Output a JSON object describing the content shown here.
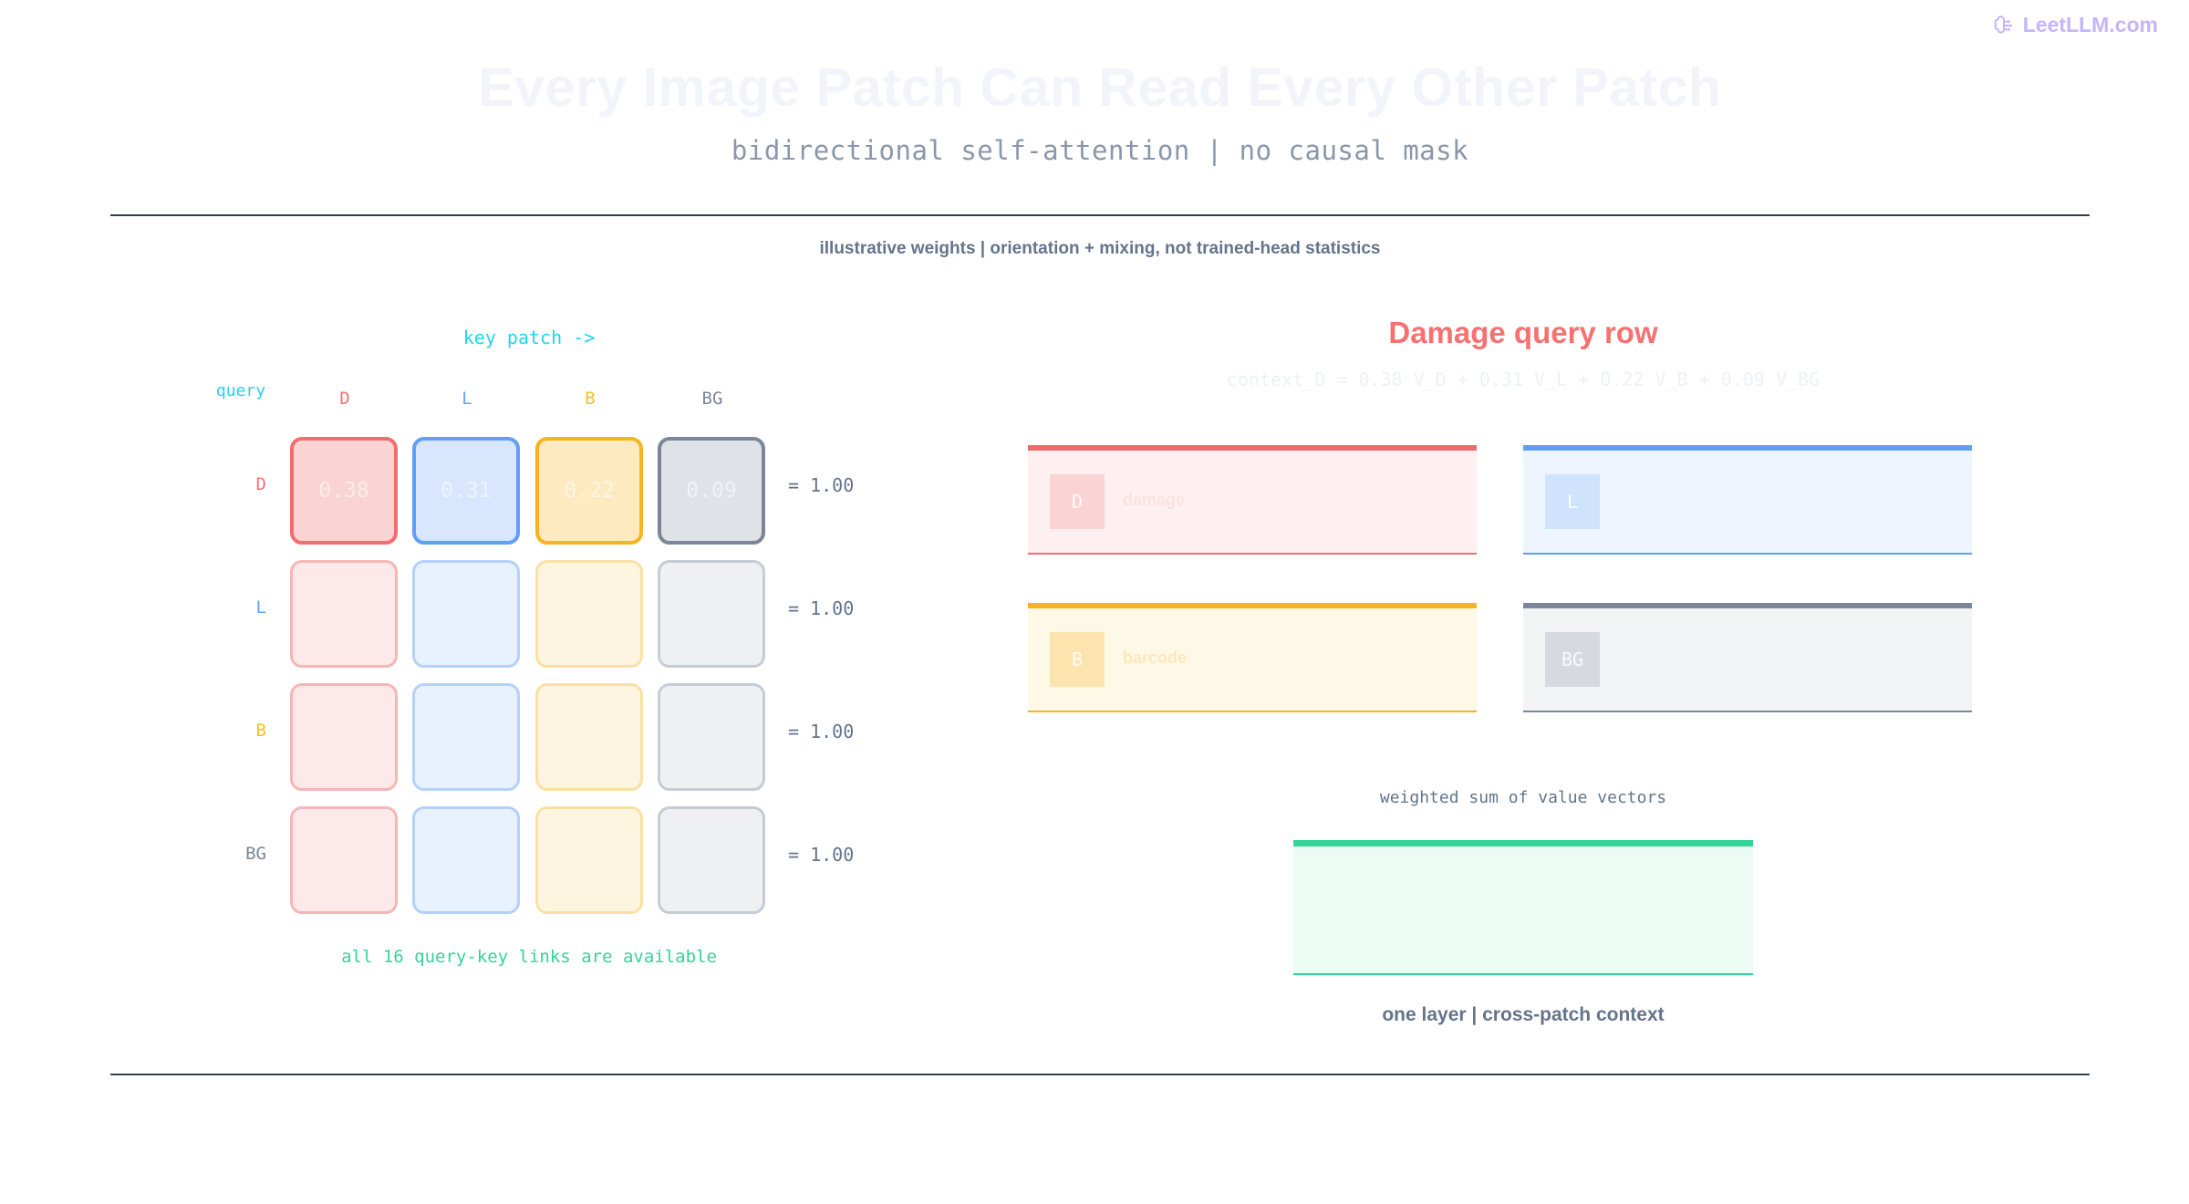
{
  "brand": {
    "name": "LeetLLM.com",
    "icon": "brain-icon"
  },
  "header": {
    "title": "Every Image Patch Can Read Every Other Patch",
    "subtitle": "bidirectional self-attention | no causal mask"
  },
  "note": "illustrative weights | orientation + mixing, not trained-head statistics",
  "matrix": {
    "key_axis_label": "key patch ->",
    "query_axis_label": "query",
    "columns": [
      "D",
      "L",
      "B",
      "BG"
    ],
    "rows": [
      {
        "label": "D",
        "weights": [
          "0.38",
          "0.31",
          "0.22",
          "0.09"
        ],
        "sum": "= 1.00"
      },
      {
        "label": "L",
        "weights": [
          "",
          "",
          "",
          ""
        ],
        "sum": "= 1.00"
      },
      {
        "label": "B",
        "weights": [
          "",
          "",
          "",
          ""
        ],
        "sum": "= 1.00"
      },
      {
        "label": "BG",
        "weights": [
          "",
          "",
          "",
          ""
        ],
        "sum": "= 1.00"
      }
    ],
    "links_note": "all 16 query-key links are available"
  },
  "colors": {
    "D": "#f87171",
    "L": "#60a5fa",
    "B": "#fbbf24",
    "BG": "#7b8798",
    "accent_cyan": "#22d3ee",
    "accent_green": "#34d399"
  },
  "panel": {
    "title": "Damage query row",
    "formula": "context_D = 0.38 V_D + 0.31 V_L + 0.22 V_B + 0.09 V_BG",
    "value_cards": [
      {
        "chip": "D",
        "name": "damage"
      },
      {
        "chip": "L",
        "name": ""
      },
      {
        "chip": "B",
        "name": "barcode"
      },
      {
        "chip": "BG",
        "name": ""
      }
    ],
    "sum_label": "weighted sum of value vectors",
    "output_text": "",
    "caption": "one layer | cross-patch context"
  }
}
